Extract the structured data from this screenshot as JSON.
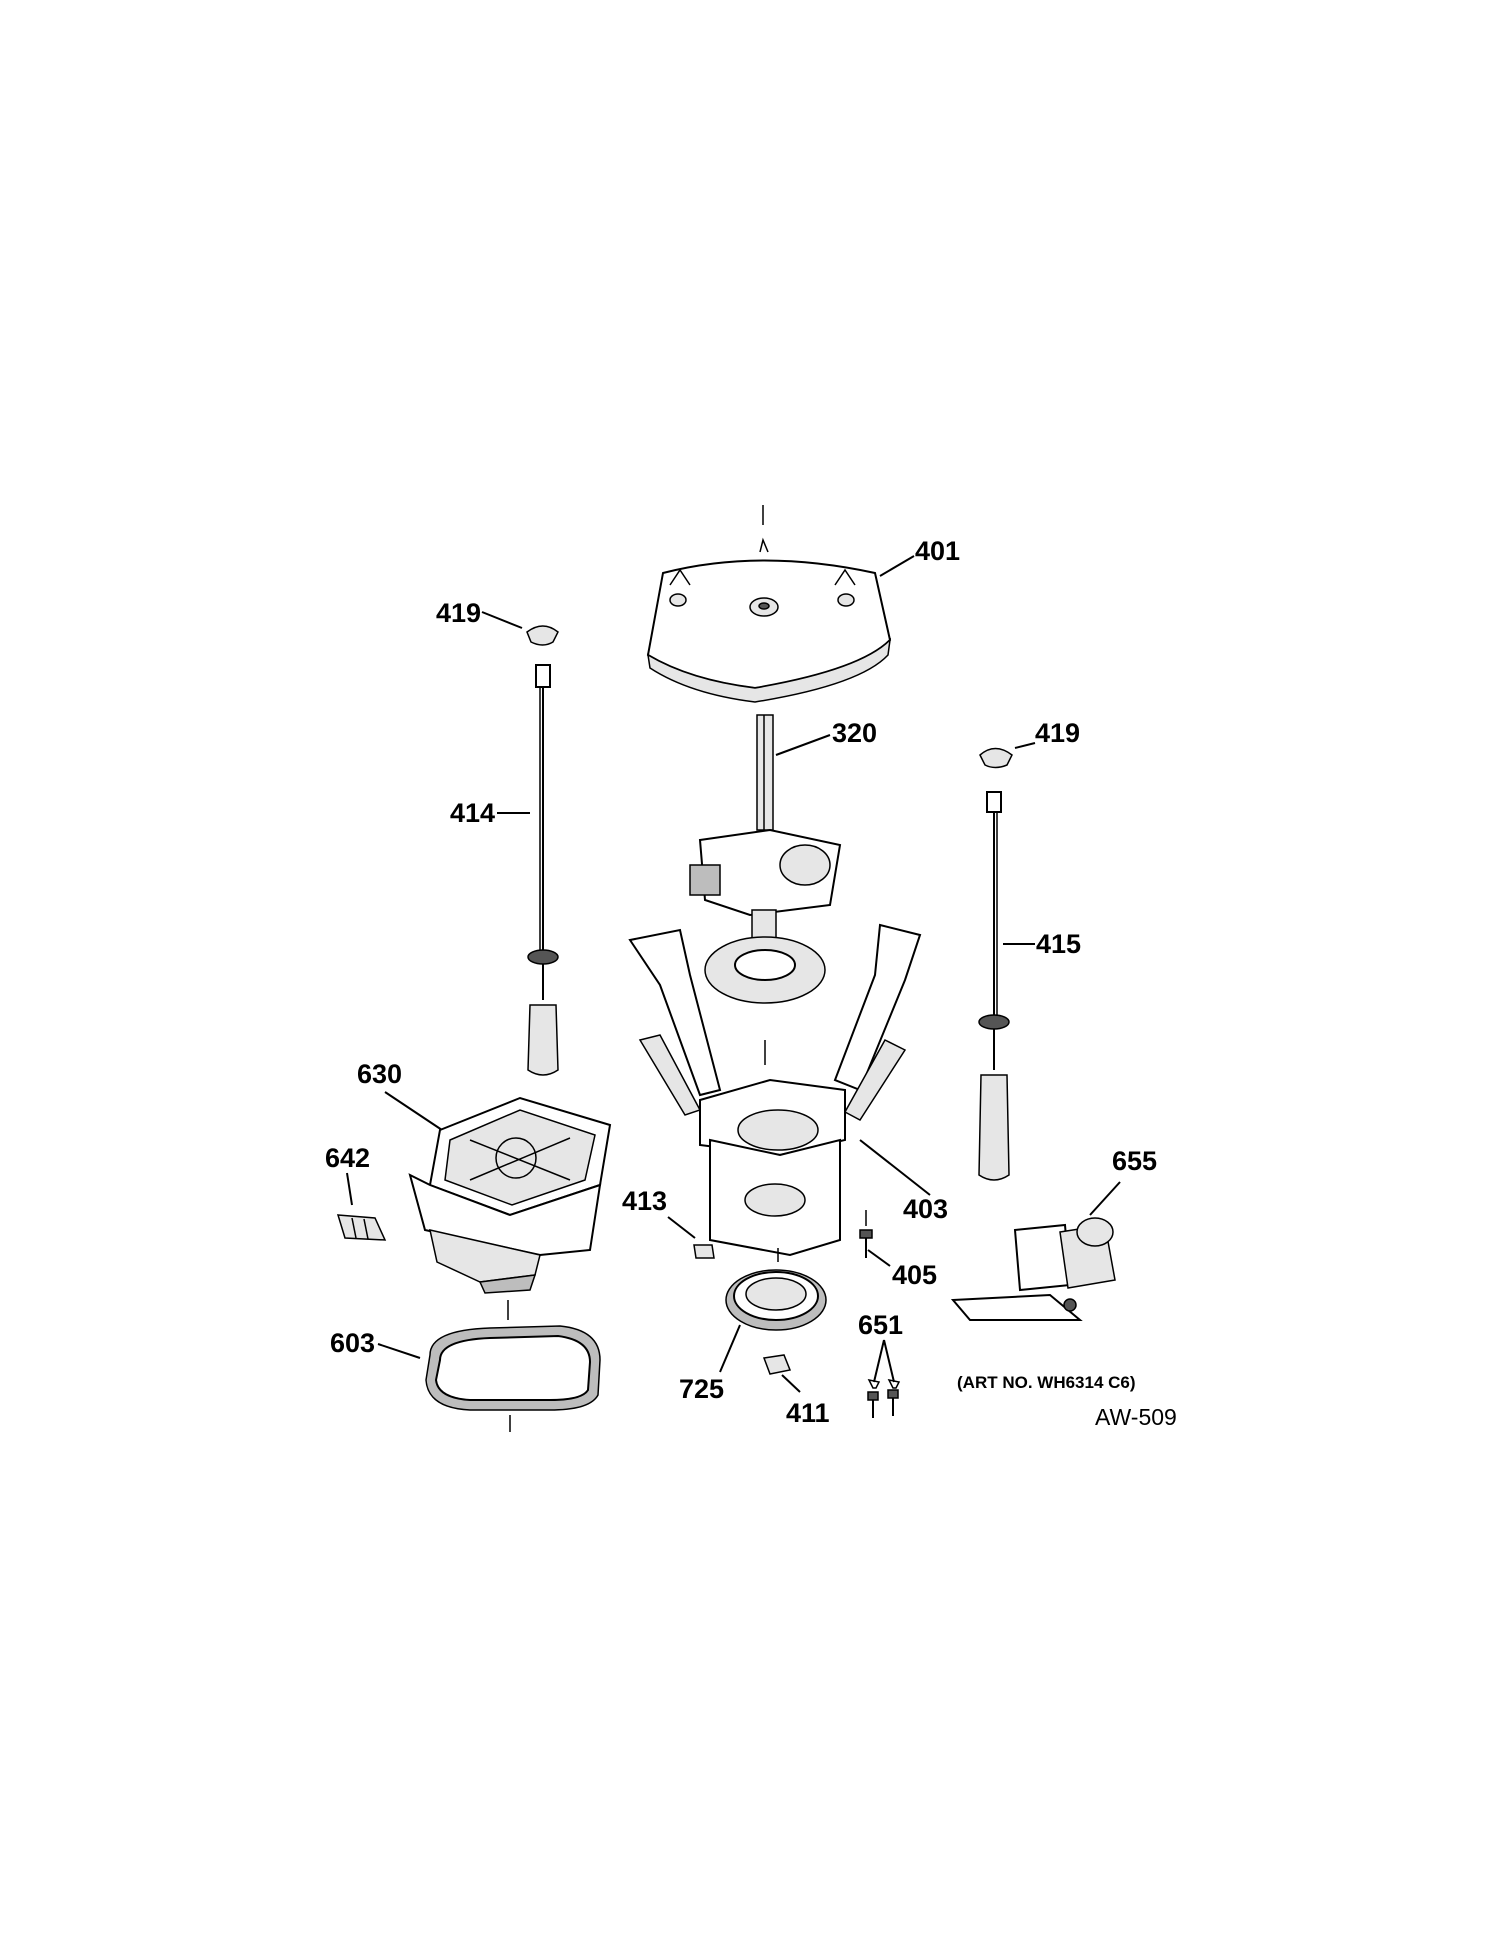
{
  "diagram": {
    "parts": [
      {
        "id": "p401",
        "label": "401"
      },
      {
        "id": "p419a",
        "label": "419"
      },
      {
        "id": "p419b",
        "label": "419"
      },
      {
        "id": "p320",
        "label": "320"
      },
      {
        "id": "p414",
        "label": "414"
      },
      {
        "id": "p415",
        "label": "415"
      },
      {
        "id": "p630",
        "label": "630"
      },
      {
        "id": "p642",
        "label": "642"
      },
      {
        "id": "p413",
        "label": "413"
      },
      {
        "id": "p403",
        "label": "403"
      },
      {
        "id": "p655",
        "label": "655"
      },
      {
        "id": "p405",
        "label": "405"
      },
      {
        "id": "p651",
        "label": "651"
      },
      {
        "id": "p603",
        "label": "603"
      },
      {
        "id": "p725",
        "label": "725"
      },
      {
        "id": "p411",
        "label": "411"
      }
    ],
    "art_note": "(ART NO. WH6314 C6)",
    "drawing_code": "AW-509"
  }
}
